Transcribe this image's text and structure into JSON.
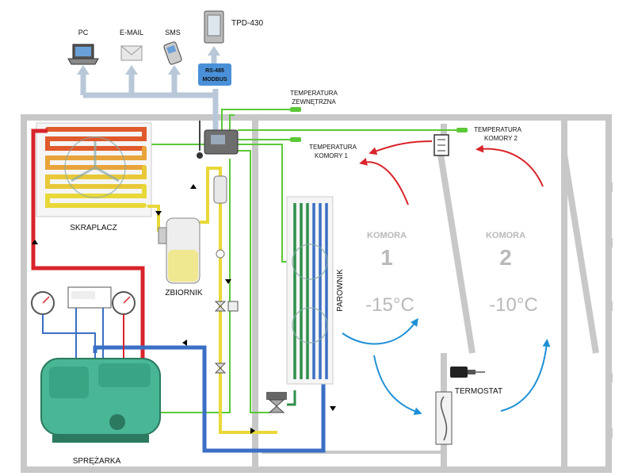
{
  "colors": {
    "hot_pipe": "#d8242b",
    "liquid_pipe": "#e8d838",
    "cold_pipe": "#3a6fc4",
    "suction_pipe": "#2e8f4a",
    "signal_wire": "#5cc838",
    "bus": "#b8c8d8",
    "wall": "#c8c8c8",
    "compressor": "#49b796",
    "airflow_warm": "#d8242b",
    "airflow_cold": "#1e90d6",
    "label_grey": "#b9b9b9"
  },
  "devices": {
    "pc": "PC",
    "email": "E-MAIL",
    "sms": "SMS",
    "panel": "TPD-430",
    "bus_line1": "RS-485",
    "bus_line2": "MODBUS"
  },
  "sensors": {
    "outdoor_line1": "TEMPERATURA",
    "outdoor_line2": "ZEWNĘTRZNA",
    "room2_line1": "TEMPERATURA",
    "room2_line2": "KOMORY 2",
    "room1_line1": "TEMPERATURA",
    "room1_line2": "KOMORY 1"
  },
  "components": {
    "condenser": "SKRAPLACZ",
    "receiver": "ZBIORNIK",
    "evaporator": "PAROWNIK",
    "compressor": "SPRĘŻARKA",
    "thermostat": "TERMOSTAT"
  },
  "rooms": [
    {
      "label": "KOMORA",
      "number": "1",
      "temperature": "-15°C"
    },
    {
      "label": "KOMORA",
      "number": "2",
      "temperature": "-10°C"
    }
  ]
}
